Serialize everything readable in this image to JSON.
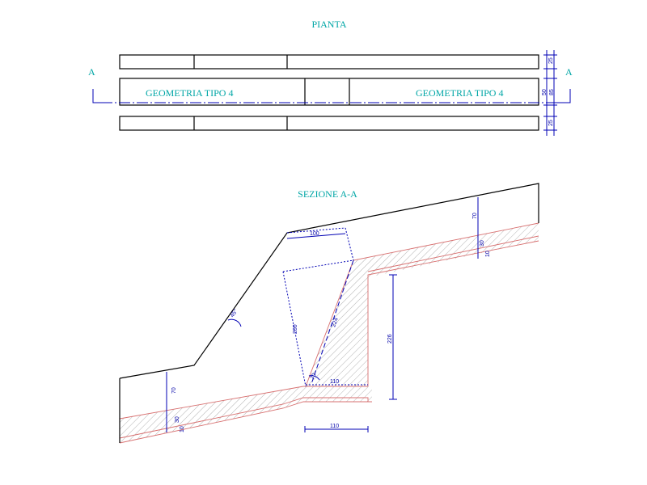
{
  "plan": {
    "title": "PIANTA",
    "label_left": "GEOMETRIA TIPO 4",
    "label_right": "GEOMETRIA TIPO 4",
    "section_mark_left": "A",
    "section_mark_right": "A",
    "dims": {
      "top": "25",
      "mid_inner": "50",
      "mid_outer": "85",
      "bottom": "25"
    }
  },
  "section": {
    "title": "SEZIONE A-A",
    "dims": {
      "top_width": "100",
      "slope_angle": "45°",
      "inner_height": "200",
      "diagonal": "224",
      "angle_small": "70",
      "bottom_width": "110",
      "wall_height": "226",
      "right_depth": "70",
      "right_layer": "30",
      "right_layer_small": "10",
      "left_depth": "70",
      "left_layer": "30",
      "left_layer_small": "10",
      "below_width": "110"
    }
  },
  "colors": {
    "label": "#00a6a6",
    "dimension": "#0000b4",
    "outline": "#000000",
    "hatch": "#d87070"
  }
}
